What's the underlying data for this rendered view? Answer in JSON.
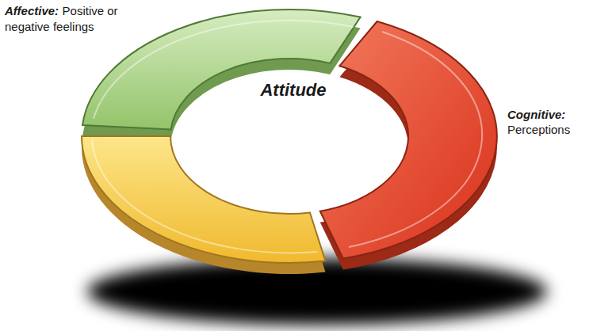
{
  "diagram": {
    "labels": [
      "Affective:",
      "Positive or negative feelings",
      "Cognitive:",
      "Perceptions",
      "Attitude"
    ]
  }
}
